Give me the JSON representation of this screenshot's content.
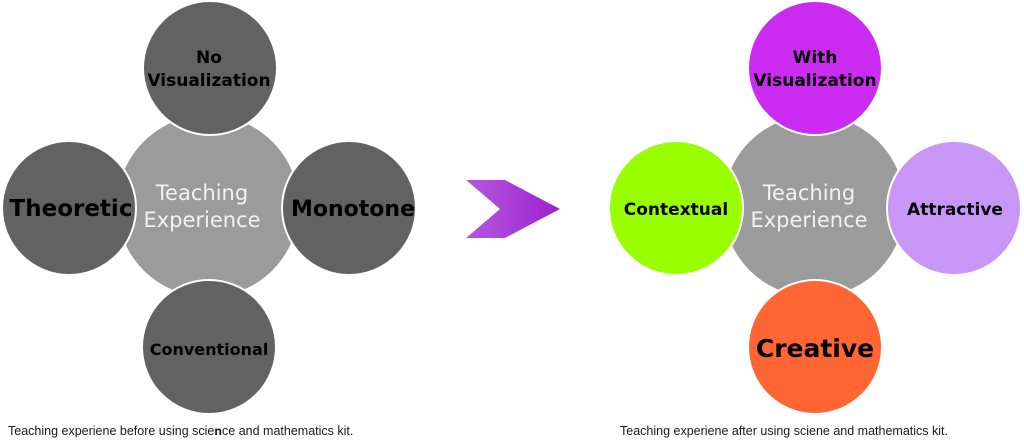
{
  "before": {
    "center": {
      "line1": "Teaching",
      "line2": "Experience",
      "color": "#9b9b9b"
    },
    "satellite_color": "#626262",
    "top": {
      "line1": "No",
      "line2": "Visualization"
    },
    "left": {
      "label": "Theoretic"
    },
    "right": {
      "label": "Monotone"
    },
    "bottom": {
      "label": "Conventional"
    },
    "caption": "Teaching experiene before using scie𝐧ce and mathematics kit."
  },
  "arrow": {
    "color": "#a62fce"
  },
  "after": {
    "center": {
      "line1": "Teaching",
      "line2": "Experience",
      "color": "#9b9b9b"
    },
    "top": {
      "line1": "With",
      "line2": "Visualization",
      "color": "#cc2cf2"
    },
    "left": {
      "label": "Contextual",
      "color": "#99ff00"
    },
    "right": {
      "label": "Attractive",
      "color": "#c896f7"
    },
    "bottom": {
      "label": "Creative",
      "color": "#ff6633"
    },
    "caption": "Teaching experiene after using sciene and mathematics kit."
  }
}
